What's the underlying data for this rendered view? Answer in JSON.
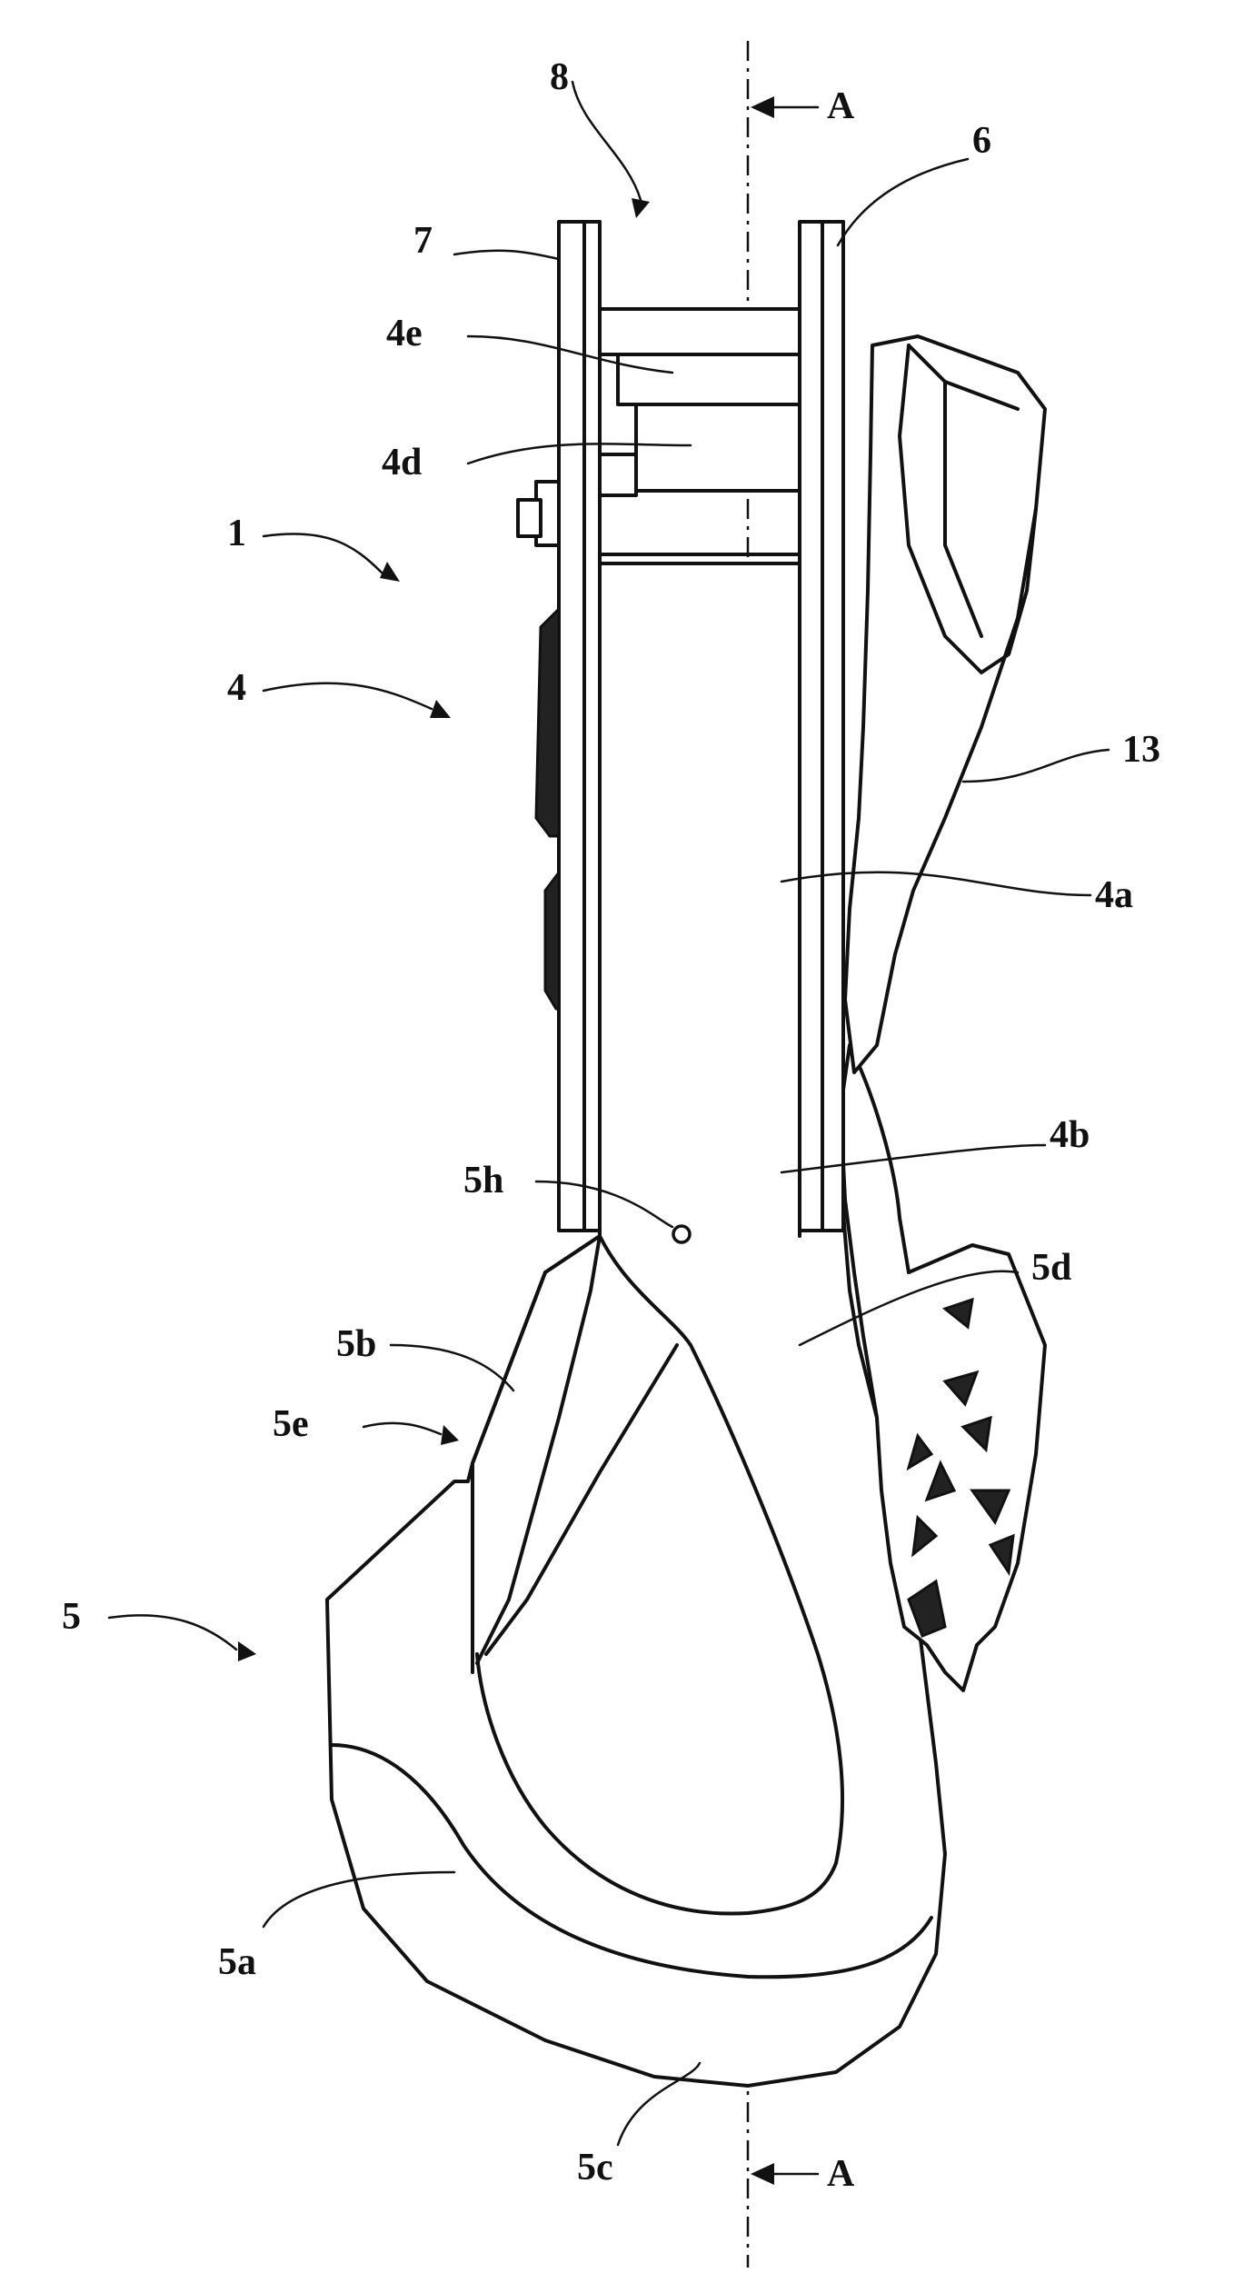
{
  "labels": {
    "l1": "1",
    "l4": "4",
    "l4a": "4a",
    "l4b": "4b",
    "l4d": "4d",
    "l4e": "4e",
    "l5": "5",
    "l5a": "5a",
    "l5b": "5b",
    "l5c": "5c",
    "l5d": "5d",
    "l5e": "5e",
    "l5h": "5h",
    "l6": "6",
    "l7": "7",
    "l8": "8",
    "l13": "13",
    "section_top": "A",
    "section_bottom": "A"
  }
}
